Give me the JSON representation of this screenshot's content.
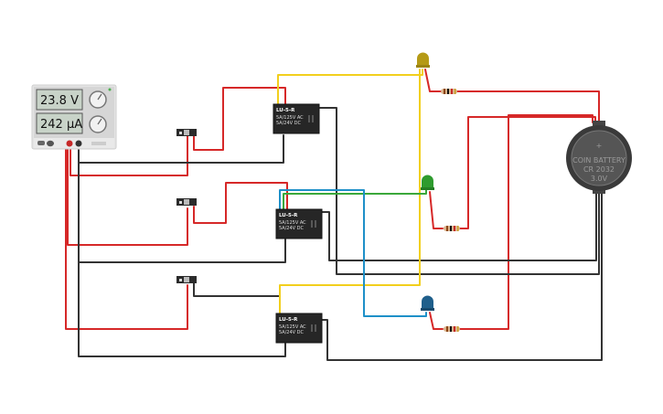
{
  "power_supply": {
    "voltage_display": "23.8 V",
    "current_display": "242 µA"
  },
  "relays": [
    {
      "model": "LU-5-R",
      "line1": "5A/125V AC",
      "line2": "5A/24V  DC"
    },
    {
      "model": "LU-5-R",
      "line1": "5A/125V AC",
      "line2": "5A/24V  DC"
    },
    {
      "model": "LU-5-R",
      "line1": "5A/125V AC",
      "line2": "5A/24V  DC"
    }
  ],
  "battery": {
    "line1": "COIN BATTERY",
    "line2": "CR 2032",
    "line3": "3.0V",
    "polarity": "+"
  },
  "colors": {
    "wire_red": "#d62828",
    "wire_black": "#333333",
    "wire_yellow": "#f2cf1d",
    "wire_green": "#3aa83a",
    "wire_blue": "#1e90c8",
    "led_yellow": "#b59a16",
    "led_green": "#2e9b2e",
    "led_blue": "#1f5f8b"
  },
  "icons": [
    "power-supply-icon",
    "switch-icon",
    "relay-icon",
    "led-icon",
    "resistor-icon",
    "coin-battery-icon"
  ]
}
